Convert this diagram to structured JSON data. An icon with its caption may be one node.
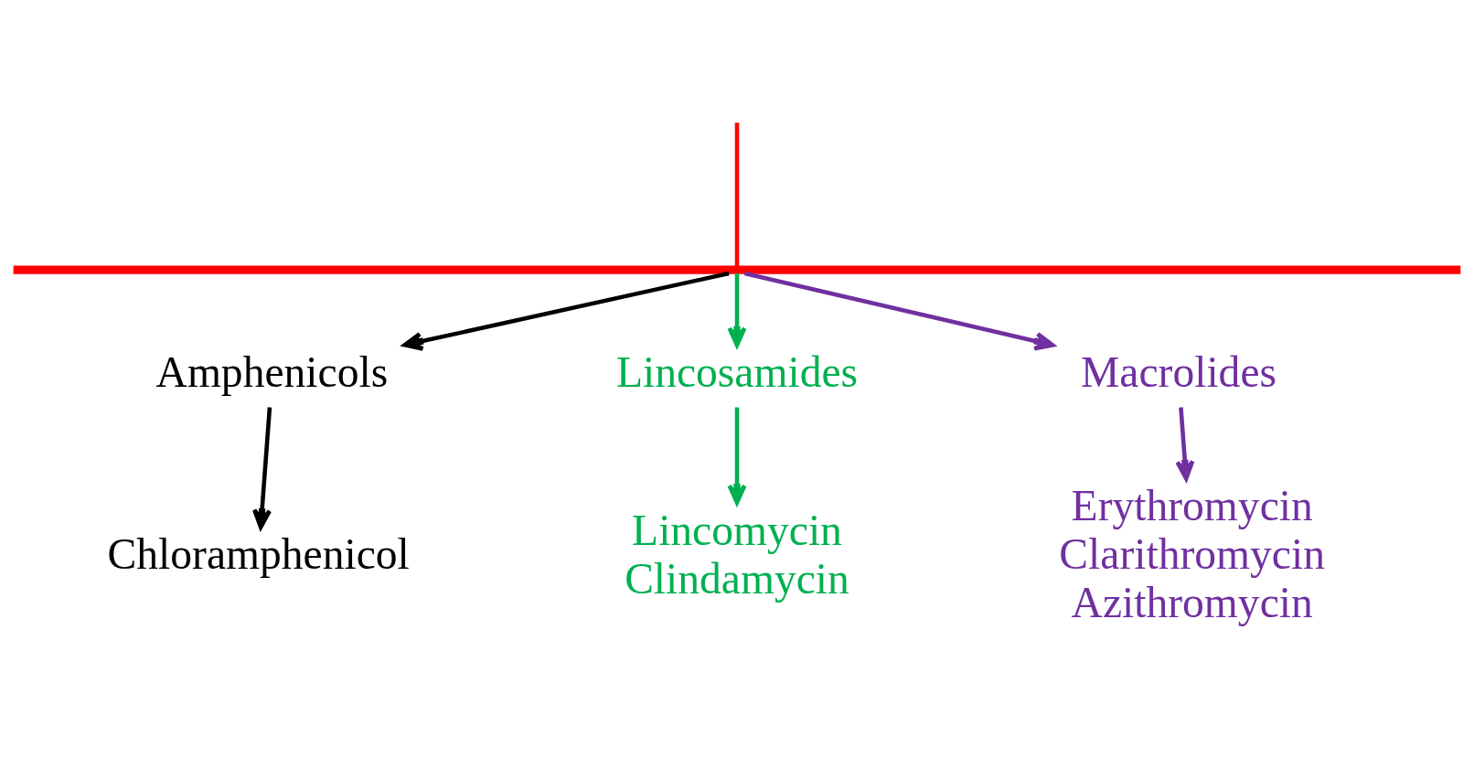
{
  "diagram": {
    "nodes": [
      {
        "text": [],
        "shape": "bar"
      },
      {
        "text": [
          "Amphenicols"
        ]
      },
      {
        "text": [
          "Chloramphenicol"
        ]
      },
      {
        "text": [
          "Lincosamides"
        ]
      },
      {
        "text": [
          "Lincomycin",
          "Clindamycin"
        ]
      },
      {
        "text": [
          "Macrolides"
        ]
      },
      {
        "text": [
          "Erythromycin",
          "Clarithromycin",
          "Azithromycin"
        ]
      }
    ],
    "edges": [
      {
        "from": null,
        "to": 0,
        "arrow": "none",
        "color": "#ff0000"
      },
      {
        "from": 0,
        "to": 1,
        "arrow": "to",
        "color": "#000000"
      },
      {
        "from": 0,
        "to": 3,
        "arrow": "to",
        "color": "#00b050"
      },
      {
        "from": 0,
        "to": 5,
        "arrow": "to",
        "color": "#7030a0"
      },
      {
        "from": 1,
        "to": 2,
        "arrow": "to",
        "color": "#000000"
      },
      {
        "from": 3,
        "to": 4,
        "arrow": "to",
        "color": "#00b050"
      },
      {
        "from": 5,
        "to": 6,
        "arrow": "to",
        "color": "#7030a0"
      }
    ]
  }
}
